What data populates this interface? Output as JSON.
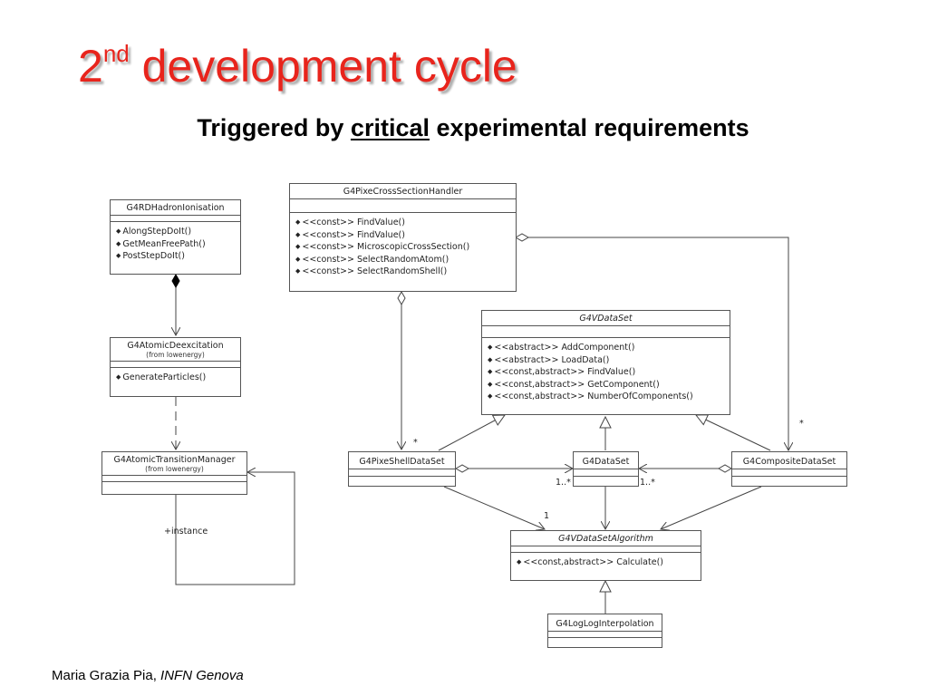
{
  "slide": {
    "title_main": "2",
    "title_sup": "nd",
    "title_rest": " development cycle",
    "subtitle_pre": "Triggered by ",
    "subtitle_highlight": "critical",
    "subtitle_post": " experimental requirements",
    "footer_author": "Maria Grazia Pia, ",
    "footer_org": "INFN Genova"
  },
  "classes": {
    "hadron": {
      "name": "G4RDHadronIonisation",
      "ops": [
        "AlongStepDoIt()",
        "GetMeanFreePath()",
        "PostStepDoIt()"
      ]
    },
    "deexcitation": {
      "name": "G4AtomicDeexcitation",
      "package": "(from lowenergy)",
      "ops": [
        "GenerateParticles()"
      ]
    },
    "transition": {
      "name": "G4AtomicTransitionManager",
      "package": "(from lowenergy)"
    },
    "handler": {
      "name": "G4PixeCrossSectionHandler",
      "ops": [
        "<<const>> FindValue()",
        "<<const>> FindValue()",
        "<<const>> MicroscopicCrossSection()",
        "<<const>> SelectRandomAtom()",
        "<<const>> SelectRandomShell()"
      ]
    },
    "vdataset": {
      "name": "G4VDataSet",
      "ops": [
        "<<abstract>> AddComponent()",
        "<<abstract>> LoadData()",
        "<<const,abstract>> FindValue()",
        "<<const,abstract>> GetComponent()",
        "<<const,abstract>> NumberOfComponents()"
      ]
    },
    "shell": {
      "name": "G4PixeShellDataSet"
    },
    "dataset": {
      "name": "G4DataSet"
    },
    "composite": {
      "name": "G4CompositeDataSet"
    },
    "algorithm": {
      "name": "G4VDataSetAlgorithm",
      "ops": [
        "<<const,abstract>> Calculate()"
      ]
    },
    "loglog": {
      "name": "G4LogLogInterpolation"
    }
  },
  "labels": {
    "instance": "+instance",
    "star_shell": "*",
    "star_composite": "*",
    "mult_shell": "1..*",
    "mult_composite": "1..*",
    "mult_algorithm": "1"
  }
}
